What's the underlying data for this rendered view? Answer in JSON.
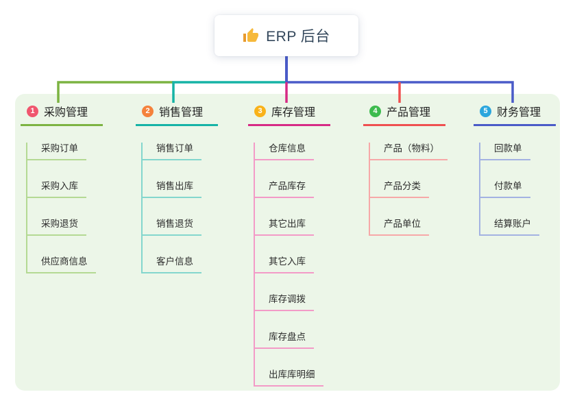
{
  "root": {
    "title": "ERP 后台",
    "icon": "thumbs-up-icon"
  },
  "colors": {
    "panel_bg": "#ecf6e8",
    "root_connector": "#4a5bc8"
  },
  "branches": [
    {
      "num": "1",
      "label": "采购管理",
      "badge_color": "#f0566e",
      "line_color": "#7cb342",
      "light_color": "#b4d993",
      "children": [
        "采购订单",
        "采购入库",
        "采购退货",
        "供应商信息"
      ]
    },
    {
      "num": "2",
      "label": "销售管理",
      "badge_color": "#f5823c",
      "line_color": "#16b3a6",
      "light_color": "#83d6cd",
      "children": [
        "销售订单",
        "销售出库",
        "销售退货",
        "客户信息"
      ]
    },
    {
      "num": "3",
      "label": "库存管理",
      "badge_color": "#f9b219",
      "line_color": "#d62a85",
      "light_color": "#f39ac7",
      "children": [
        "仓库信息",
        "产品库存",
        "其它出库",
        "其它入库",
        "库存调拨",
        "库存盘点",
        "出库库明细"
      ]
    },
    {
      "num": "4",
      "label": "产品管理",
      "badge_color": "#3dbb4e",
      "line_color": "#ef5050",
      "light_color": "#f7a8a8",
      "children": [
        "产品（物料）",
        "产品分类",
        "产品单位"
      ]
    },
    {
      "num": "5",
      "label": "财务管理",
      "badge_color": "#2ba6dd",
      "line_color": "#4a5bc8",
      "light_color": "#a3b2e2",
      "children": [
        "回款单",
        "付款单",
        "结算账户"
      ]
    }
  ]
}
